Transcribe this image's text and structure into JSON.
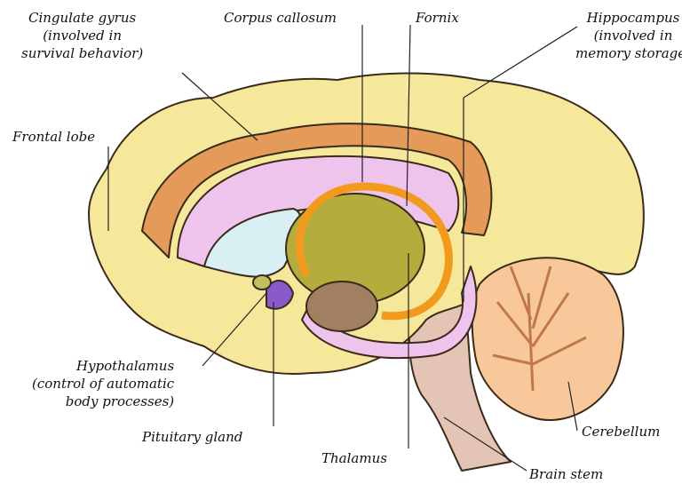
{
  "labels": {
    "cingulate": {
      "name": "Cingulate gyrus",
      "line2": "(involved in",
      "line3": "survival behavior)"
    },
    "corpus_callosum": {
      "name": "Corpus callosum"
    },
    "fornix": {
      "name": "Fornix"
    },
    "hippocampus": {
      "name": "Hippocampus",
      "line2": "(involved in",
      "line3": "memory storage)"
    },
    "frontal_lobe": {
      "name": "Frontal lobe"
    },
    "hypothalamus": {
      "name": "Hypothalamus",
      "line2": "(control of automatic",
      "line3": "body processes)"
    },
    "pituitary": {
      "name": "Pituitary gland"
    },
    "thalamus": {
      "name": "Thalamus"
    },
    "cerebellum": {
      "name": "Cerebellum"
    },
    "brain_stem": {
      "name": "Brain stem"
    }
  },
  "colors": {
    "cortex": "#f6e89a",
    "cingulate": "#e49a58",
    "corpus_callosum": "#efc4ec",
    "thalamus": "#b4ac3c",
    "fornix": "#f29a1e",
    "cerebellum": "#f8c89a",
    "brain_stem": "#e4c4b4",
    "ventricle": "#d8f0f4",
    "hypothalamus": "#8a5ac8",
    "outline": "#3a2a1a"
  }
}
